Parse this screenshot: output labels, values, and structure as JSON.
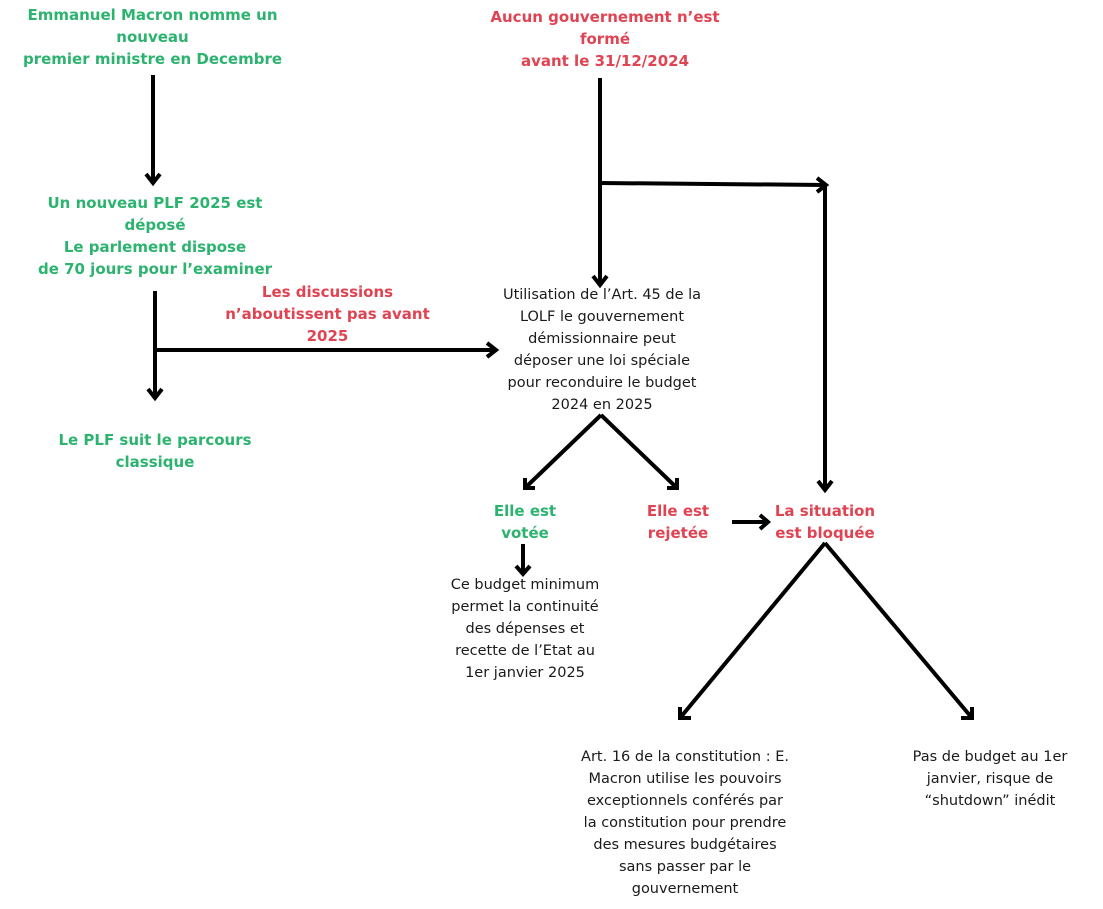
{
  "colors": {
    "positive": "#2cb36f",
    "negative": "#e04352",
    "neutral": "#1a1a1a",
    "arrow": "#000000"
  },
  "nodes": {
    "macron_nomme": "Emmanuel Macron nomme un\nnouveau\npremier ministre en Decembre",
    "aucun_gouvernement": "Aucun gouvernement n’est\nformé\navant le 31/12/2024",
    "nouveau_plf": "Un nouveau PLF 2025 est\ndéposé\nLe parlement dispose\nde 70 jours pour l’examiner",
    "discussions": "Les discussions\nn’aboutissent pas avant\n2025",
    "article45": "Utilisation de l’Art. 45 de la\nLOLF le gouvernement\ndémissionnaire peut\ndéposer une loi spéciale\npour reconduire le budget\n2024 en 2025",
    "plf_classique": "Le PLF suit le parcours\nclassique",
    "votee": "Elle est\nvotée",
    "rejetee": "Elle est\nrejetée",
    "bloquee": "La situation\nest bloquée",
    "budget_minimum": "Ce budget minimum\npermet la continuité\ndes dépenses et\nrecette de l’Etat au\n1er janvier 2025",
    "article16": "Art. 16 de la constitution : E.\nMacron utilise les pouvoirs\nexceptionnels conférés par\nla constitution pour prendre\ndes mesures budgétaires\nsans passer par le\ngouvernement",
    "shutdown": "Pas de budget au 1er\njanvier, risque de\n“shutdown” inédit"
  }
}
